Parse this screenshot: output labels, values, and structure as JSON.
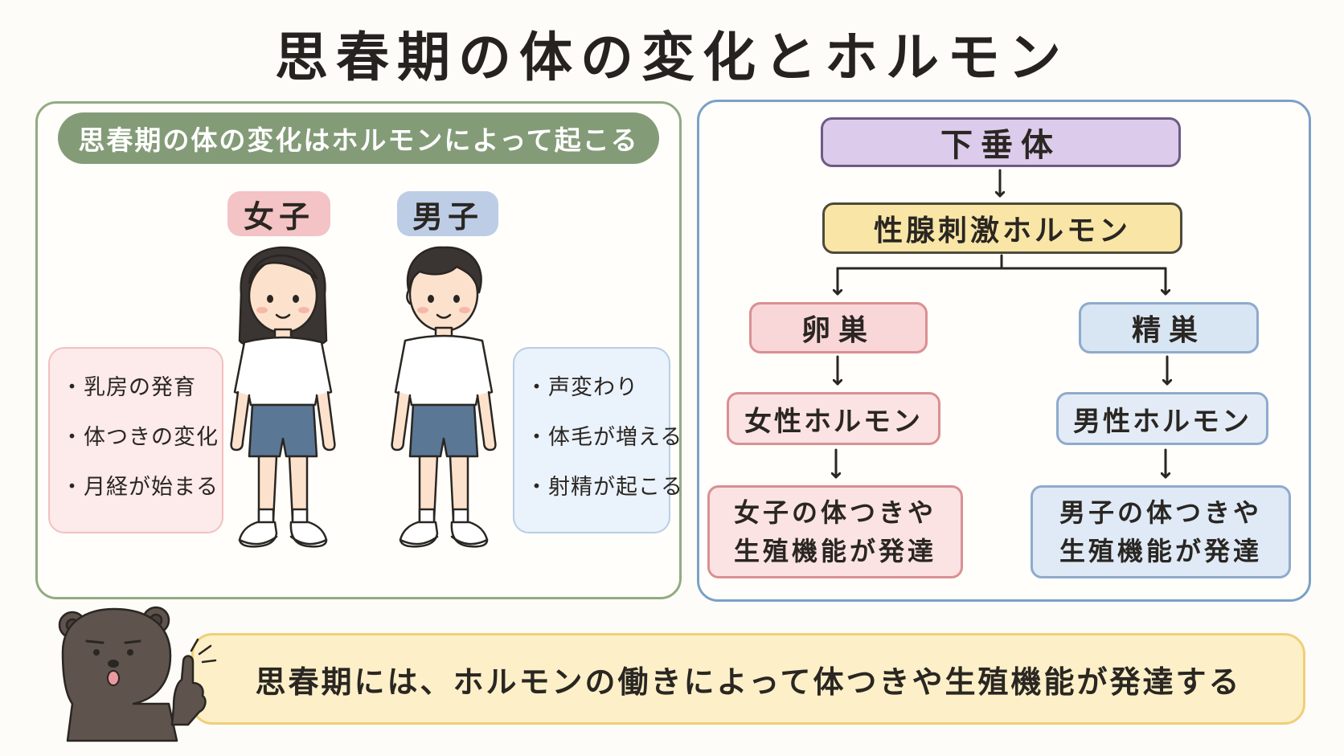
{
  "title": "思春期の体の変化とホルモン",
  "left": {
    "banner": "思春期の体の変化はホルモンによって起こる",
    "girl": {
      "label": "女子",
      "items": [
        "・乳房の発育",
        "・体つきの変化",
        "・月経が始まる"
      ]
    },
    "boy": {
      "label": "男子",
      "items": [
        "・声変わり",
        "・体毛が増える",
        "・射精が起こる"
      ]
    }
  },
  "flow": {
    "pituitary": "下垂体",
    "gonadotropin": "性腺刺激ホルモン",
    "ovary": "卵巣",
    "testis": "精巣",
    "female_hormone": "女性ホルモン",
    "male_hormone": "男性ホルモン",
    "female_result": [
      "女子の体つきや",
      "生殖機能が発達"
    ],
    "male_result": [
      "男子の体つきや",
      "生殖機能が発達"
    ]
  },
  "summary": "思春期には、ホルモンの働きによって体つきや生殖機能が発達する",
  "icons": [
    "girl-illustration",
    "boy-illustration",
    "bear-mascot-icon",
    "arrow-down-icon"
  ],
  "colors": {
    "left_border": "#92ab82",
    "right_border": "#7ba0c8",
    "pituitary": "#dccbea",
    "gonadotropin": "#f9e6a6",
    "female": "#f9d6d8",
    "male": "#d8e5f3",
    "summary": "#fdf0c8"
  }
}
